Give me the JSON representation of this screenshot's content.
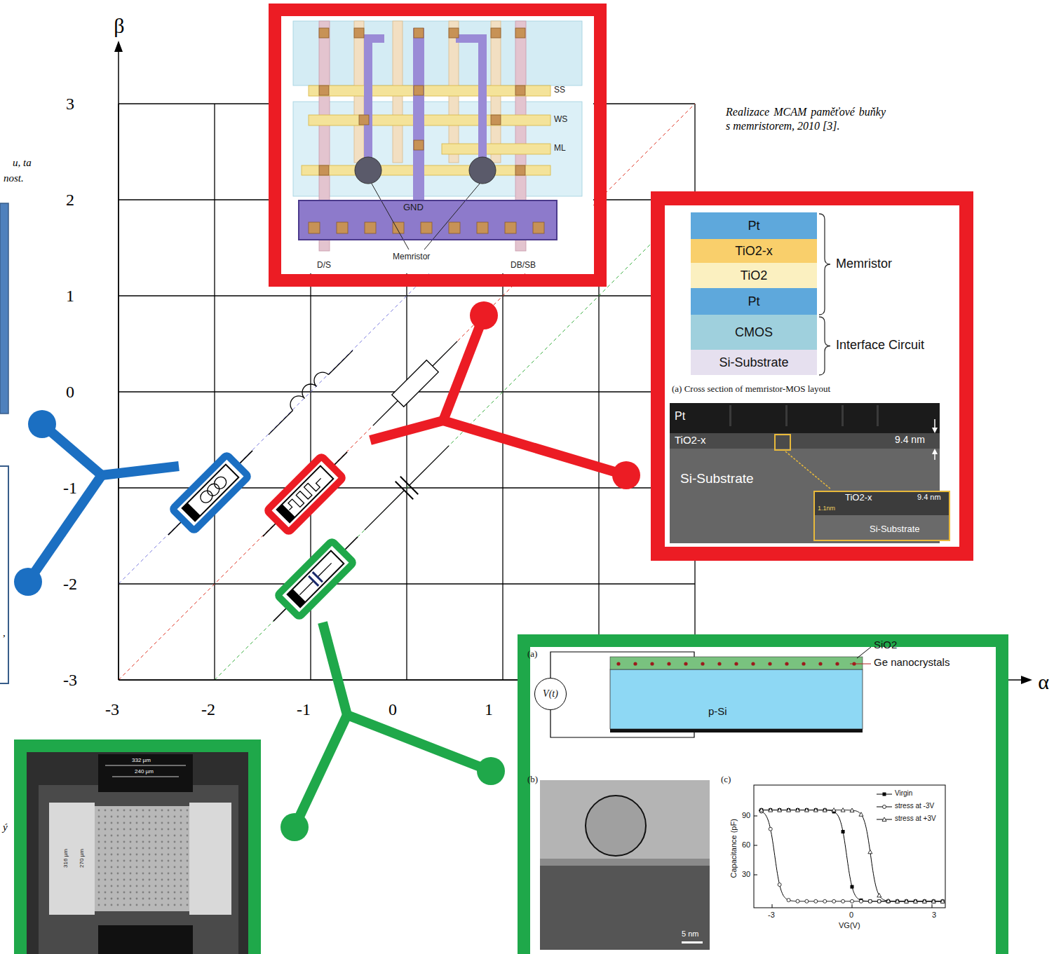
{
  "diagram": {
    "caption": "Realizace MCAM paměťové buňky s memristorem, 2010 [3].",
    "nodes": [
      {
        "text": [
          "SS",
          "WS",
          "ML",
          "D/S",
          "Memristor",
          "DB/SB"
        ]
      },
      {
        "text": [
          "GND"
        ],
        "in": 0
      },
      {
        "text": [
          "Memristor",
          "Interface Circuit",
          "(a) Cross section of memristor-MOS layout"
        ]
      },
      {
        "text": [
          "Pt"
        ],
        "in": 2
      },
      {
        "text": [
          "TiO2-x"
        ],
        "in": 2
      },
      {
        "text": [
          "TiO2"
        ],
        "in": 2
      },
      {
        "text": [
          "Pt"
        ],
        "in": 2
      },
      {
        "text": [
          "CMOS"
        ],
        "in": 2
      },
      {
        "text": [
          "Si-Substrate"
        ],
        "in": 2
      },
      {
        "text": [
          "Pt",
          "TiO2-x",
          "9.4 nm",
          "Si-Substrate"
        ],
        "in": 2
      },
      {
        "text": [
          "TiO2-x",
          "9.4 nm",
          "1.1nm",
          "Si-Substrate"
        ],
        "in": 9
      },
      {
        "text": [
          "(a)",
          "SiO2",
          "Ge nanocrystals",
          "(b)",
          "(c)"
        ]
      },
      {
        "text": [
          "V(t)"
        ],
        "in": 11
      },
      {
        "text": [
          "p-Si"
        ],
        "in": 11
      },
      {
        "text": [
          "5 nm"
        ],
        "in": 11
      },
      {
        "text": [
          "Virgin",
          "stress at -3V",
          "stress at +3V",
          "Capacitance (pF)",
          "90",
          "60",
          "30",
          "-3",
          "0",
          "3",
          "VG(V)"
        ],
        "in": 11
      },
      {
        "text": [
          "332 µm",
          "240 µm",
          "316 µm",
          "270 µm"
        ]
      }
    ],
    "labels": [
      "β",
      "3",
      "2",
      "1",
      "0",
      "-1",
      "-2",
      "-3",
      "-3",
      "-2",
      "-1",
      "0",
      "1",
      "α",
      "u, ta",
      "nost.",
      ",",
      "ý"
    ]
  }
}
